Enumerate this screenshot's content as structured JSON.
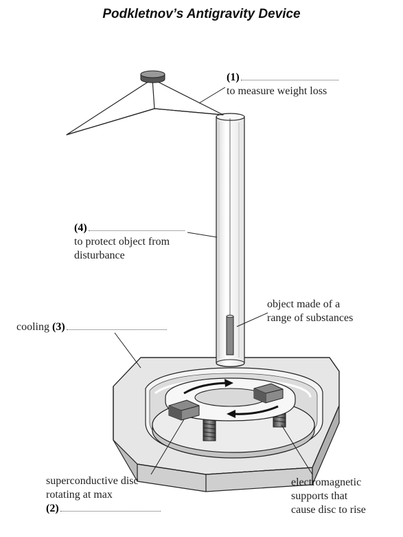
{
  "title": "Podkletnov’s Antigravity Device",
  "labels": {
    "label1": {
      "number": "(1)",
      "text": "to measure weight loss"
    },
    "label4": {
      "number": "(4)",
      "line1": "to protect object from",
      "line2": "disturbance"
    },
    "object": {
      "line1": "object made of a",
      "line2": "range of substances"
    },
    "cooling": {
      "prefix": "cooling",
      "number": "(3)"
    },
    "disc": {
      "line1": "superconductive disc",
      "line2": "rotating at max",
      "number": "(2)"
    },
    "supports": {
      "line1": "electromagnetic",
      "line2": "supports that",
      "line3": "cause disc to rise"
    }
  }
}
